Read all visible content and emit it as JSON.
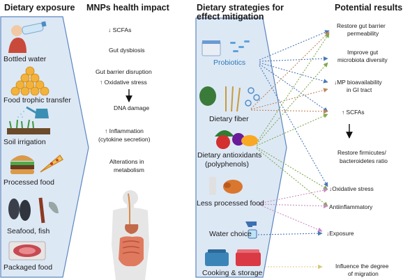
{
  "headers": {
    "exposure": "Dietary exposure",
    "health": "MNPs health impact",
    "strategies_line1": "Dietary strategies for",
    "strategies_line2": "effect mitigation",
    "results": "Potential results"
  },
  "exposure_items": [
    {
      "label": "Bottled water",
      "icon": "water-bottle-drinking-icon"
    },
    {
      "label": "Food trophic transfer",
      "icon": "food-pyramid-icon"
    },
    {
      "label": "Soil irrigation",
      "icon": "watering-can-icon"
    },
    {
      "label": "Processed food",
      "icon": "burger-pizza-icon"
    },
    {
      "label": "Seafood, fish",
      "icon": "mussels-lobster-fish-icon"
    },
    {
      "label": "Packaged food",
      "icon": "packaged-meat-icon"
    }
  ],
  "health_impacts": {
    "scfas": "↓ SCFAs",
    "dysbiosis": "Gut dysbiosis",
    "barrier": "Gut barrier disruption",
    "oxidative": "↑ Oxidative stress",
    "dna": "DNA damage",
    "inflammation_1": "↑ Inflammation",
    "inflammation_2": "(cytokine secretion)",
    "metabolism_1": "Alterations in",
    "metabolism_2": "metabolism"
  },
  "strategies": {
    "probiotics": "Probiotics",
    "fiber": "Dietary fiber",
    "antioxidants_1": "Dietary antioxidants",
    "antioxidants_2": "(polyphenols)",
    "less_processed": "Less processed food",
    "water": "Water choice",
    "cooking": "Cooking & storage"
  },
  "results": {
    "barrier_1": "Restore gut barrier",
    "barrier_2": "permeability",
    "diversity_1": "Improve gut",
    "diversity_2": "microbiota diversity",
    "mp_1": "↓MP bioavailability",
    "mp_2": "in GI tract",
    "scfas": "↑ SCFAs",
    "ratio_1": "Restore firmicutes/",
    "ratio_2": "bacteroidetes ratio",
    "oxidative": "↓Oxidative stress",
    "antiinflam": "Antiinflammatory",
    "exposure": "↓Exposure",
    "migration_1": "Influence the degree",
    "migration_2": "of migration"
  },
  "colors": {
    "panel_fill": "#dde8f5",
    "panel_stroke": "#5b86bf",
    "probiotics_text": "#2f79b8",
    "arrow_blue": "#4a78b8",
    "arrow_orange": "#c0855a",
    "arrow_green": "#7ea84f",
    "arrow_pink": "#c98bc2",
    "arrow_yellow": "#d9c77a"
  }
}
